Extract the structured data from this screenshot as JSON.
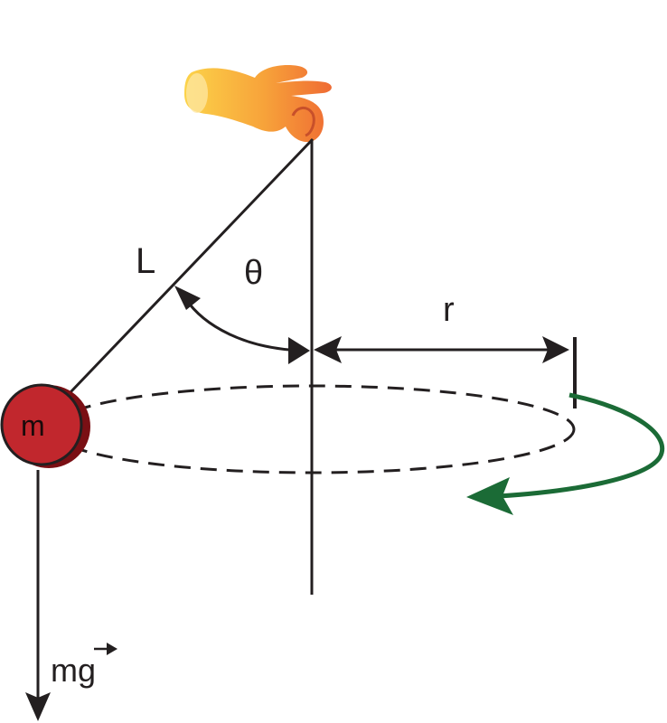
{
  "labels": {
    "length": "L",
    "angle": "θ",
    "radius": "r",
    "mass": "m",
    "weight": "mg"
  },
  "icons": {
    "hand": "hand-pinch-icon",
    "rotation": "curved-arrow-icon"
  },
  "colors": {
    "stroke": "#231f20",
    "mass_fill": "#c1272d",
    "mass_shadow": "#7a0f14",
    "rotation_arrow": "#1b6b36",
    "hand_light": "#fcd349",
    "hand_dark": "#ef6b33"
  }
}
